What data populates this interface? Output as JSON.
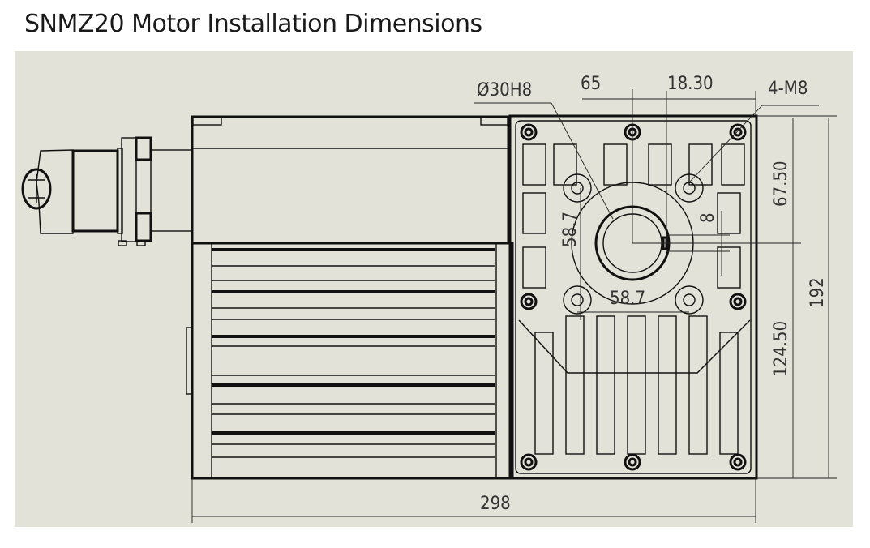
{
  "title": "SNMZ20 Motor Installation Dimensions",
  "dimensions": {
    "bore": "Ø30H8",
    "offset_65": "65",
    "offset_18_30": "18.30",
    "holes": "4-M8",
    "upper_height": "67.50",
    "lower_height": "124.50",
    "total_height": "192",
    "keyway": "8",
    "hole_spacing_vertical": "58.7",
    "hole_spacing_horizontal": "58.7",
    "total_length": "298"
  },
  "colors": {
    "background": "#e3e2d8",
    "line": "#111111"
  }
}
